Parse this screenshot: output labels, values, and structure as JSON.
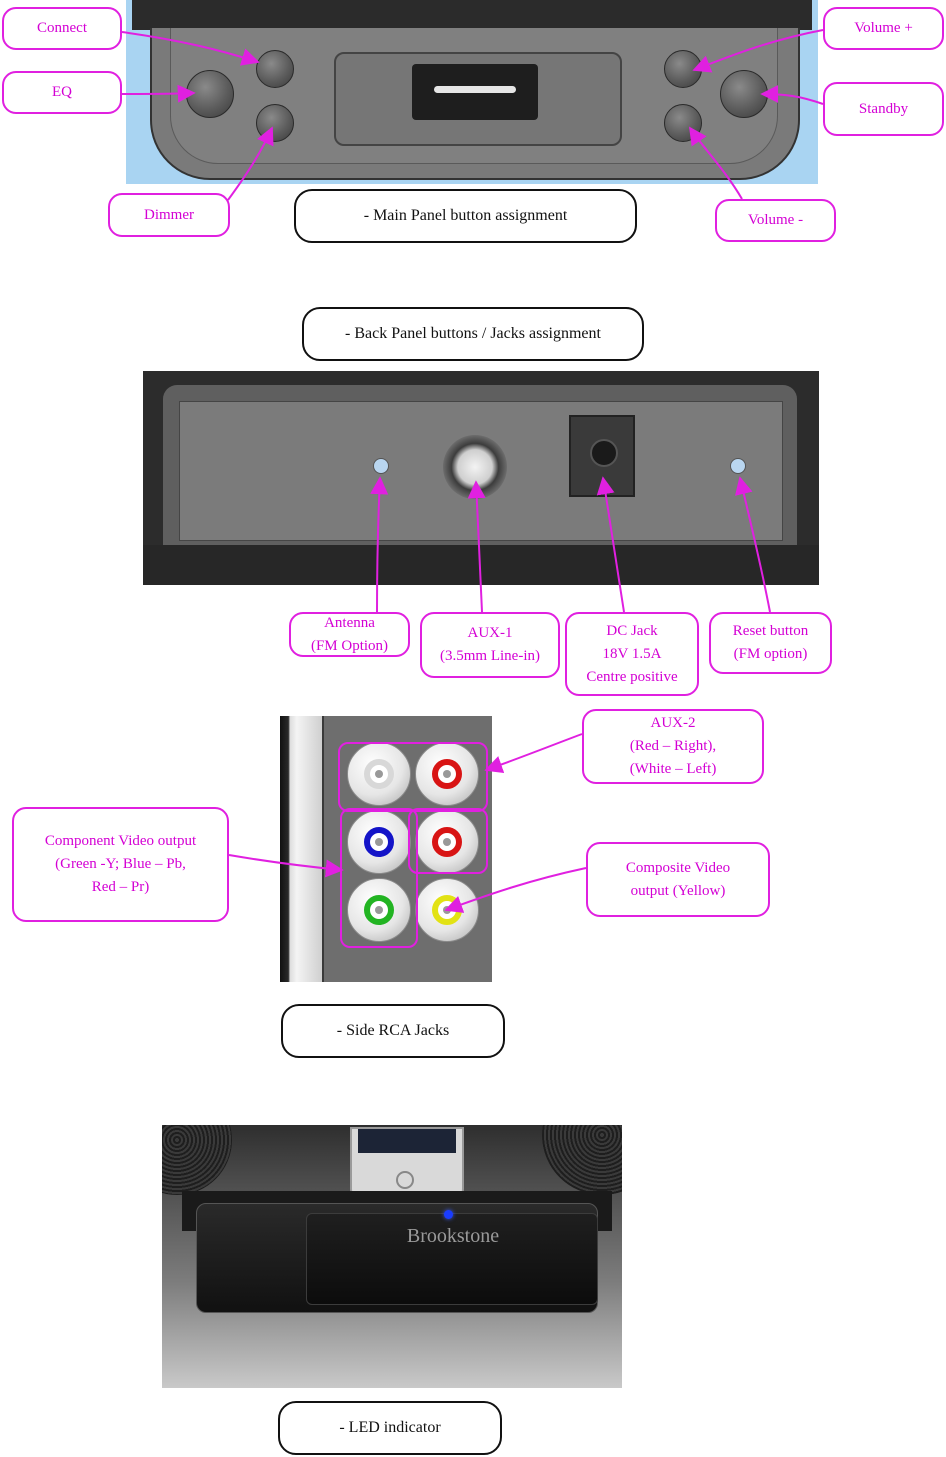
{
  "colors": {
    "callout": "#e020e0",
    "callout_text": "#d400d4",
    "caption_border": "#111111",
    "rca_white": "#d8d8d8",
    "rca_red": "#d81414",
    "rca_blue": "#1414c8",
    "rca_green": "#22b422",
    "rca_yellow": "#e2e214",
    "led_blue": "#1a3cff"
  },
  "main_panel": {
    "caption": "- Main Panel button assignment",
    "labels": {
      "connect": "Connect",
      "eq": "EQ",
      "dimmer": "Dimmer",
      "volume_plus": "Volume +",
      "standby": "Standby",
      "volume_minus": "Volume -"
    }
  },
  "back_panel": {
    "caption": "- Back Panel buttons / Jacks assignment",
    "antenna": [
      "Antenna",
      "(FM Option)"
    ],
    "aux1": [
      "AUX-1",
      "(3.5mm Line-in)"
    ],
    "dc_jack": [
      "DC Jack",
      "18V 1.5A",
      "Centre positive"
    ],
    "reset": [
      "Reset button",
      "(FM option)"
    ]
  },
  "side_rca": {
    "caption": "- Side RCA Jacks",
    "aux2": [
      "AUX-2",
      "(Red – Right),",
      "(White – Left)"
    ],
    "component": [
      "Component Video output",
      "(Green -Y; Blue – Pb,",
      "Red – Pr)"
    ],
    "composite": [
      "Composite Video",
      "output (Yellow)"
    ]
  },
  "led": {
    "caption": "- LED indicator",
    "brand": "Brookstone"
  }
}
